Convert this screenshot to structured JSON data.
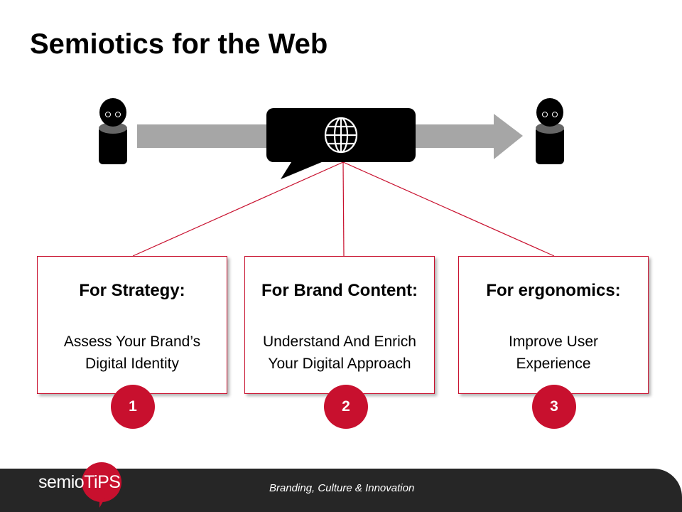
{
  "title": "Semiotics for the Web",
  "colors": {
    "accent": "#c8102e",
    "arrow": "#a6a6a6",
    "footer": "#262626"
  },
  "diagram": {
    "sender_icon": "person-icon",
    "receiver_icon": "person-icon",
    "center_icon": "globe-icon"
  },
  "cards": [
    {
      "heading": "For Strategy:",
      "line1": "Assess Your Brand’s",
      "line2": "Digital Identity",
      "number": "1"
    },
    {
      "heading": "For Brand Content:",
      "line1": "Understand And Enrich",
      "line2": "Your Digital Approach",
      "number": "2"
    },
    {
      "heading": "For ergonomics:",
      "line1": "Improve User",
      "line2": "Experience",
      "number": "3"
    }
  ],
  "footer": {
    "logo_text_left": "semio",
    "logo_text_right": "TiPS",
    "tagline": "Branding, Culture & Innovation"
  }
}
